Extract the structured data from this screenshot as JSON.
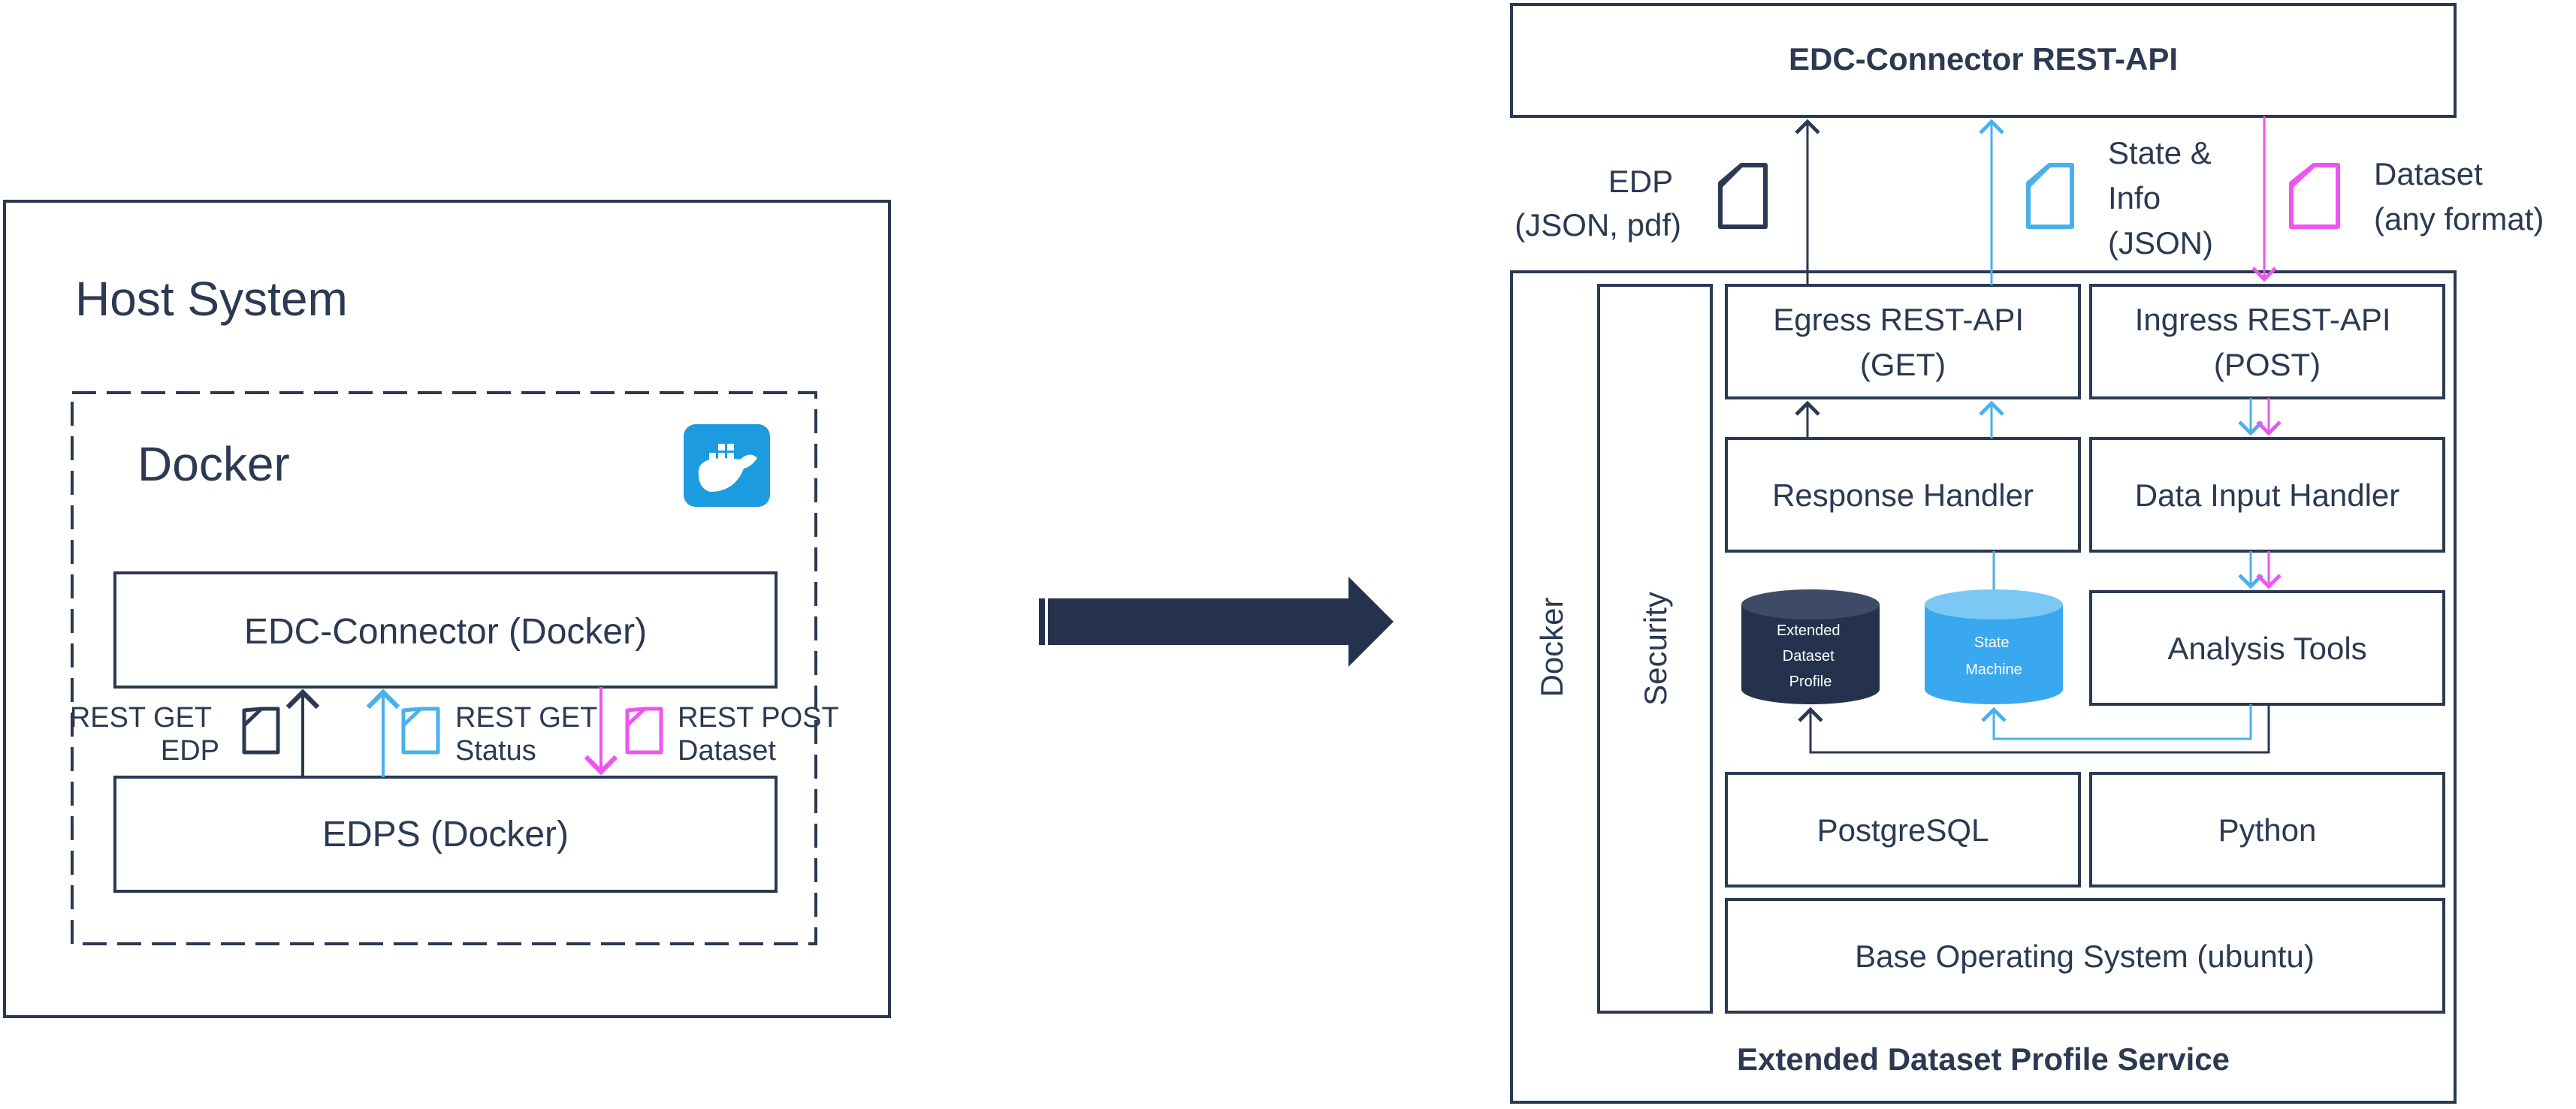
{
  "left": {
    "host_title": "Host System",
    "docker_title": "Docker",
    "connector_label": "EDC-Connector (Docker)",
    "edps_label": "EDPS (Docker)",
    "rest_get_edp": [
      "REST GET",
      "EDP"
    ],
    "rest_get_status": [
      "REST GET",
      "Status"
    ],
    "rest_post_dataset": [
      "REST POST",
      "Dataset"
    ]
  },
  "right": {
    "api_title": "EDC-Connector REST-API",
    "edp_doc": [
      "EDP",
      "(JSON, pdf)"
    ],
    "state_doc": [
      "State &",
      "Info",
      "(JSON)"
    ],
    "dataset_doc": [
      "Dataset",
      "(any format)"
    ],
    "docker_label": "Docker",
    "security_label": "Security",
    "egress": [
      "Egress REST-API",
      "(GET)"
    ],
    "ingress": [
      "Ingress REST-API",
      "(POST)"
    ],
    "response_handler": "Response Handler",
    "data_input_handler": "Data Input Handler",
    "extended_db": [
      "Extended",
      "Dataset",
      "Profile"
    ],
    "state_db": [
      "State",
      "Machine"
    ],
    "analysis_tools": "Analysis Tools",
    "postgres": "PostgreSQL",
    "python": "Python",
    "base_os": "Base Operating System (ubuntu)",
    "service_title": "Extended Dataset Profile Service"
  },
  "colors": {
    "navy": "#2b3952",
    "blue": "#4ab0ea",
    "magenta": "#ee55ee",
    "docker_blue": "#1d9be0",
    "db_navy": "#24324d",
    "db_blue": "#3aa8ee"
  }
}
